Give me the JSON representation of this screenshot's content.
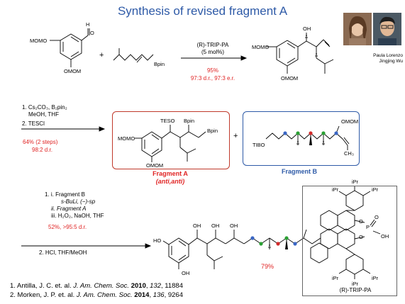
{
  "title": "Synthesis of revised fragment A",
  "people": {
    "caption_line1": "Paula Lorenzo",
    "caption_line2": "Jingjing Wu"
  },
  "step1": {
    "reagent_catalyst": "(R)-TRIP-PA",
    "reagent_loading": "(5 mol%)",
    "yield": "95%",
    "selectivity": "97:3 d.r., 97:3 e.r."
  },
  "step2": {
    "line1": "1. Cs₂CO₃, B₂pin₂",
    "line2": "MeOH, THF",
    "line3": "2. TESCl",
    "yield": "64% (2 steps)",
    "dr": "98:2 d.r."
  },
  "fragment_a": {
    "label": "Fragment A",
    "stereo": "(anti,anti)"
  },
  "fragment_b": {
    "label": "Fragment B"
  },
  "step3": {
    "line1": "1. i. Fragment B",
    "line2": "s-BuLi, (−)-sp",
    "line3": "ii. Fragment A",
    "line4": "iii. H₂O₂, NaOH, THF",
    "yield": "52%, >95:5 d.r.",
    "line5": "2. HCl, THF/MeOH",
    "final_yield": "79%"
  },
  "catalyst_label": "(R)-TRIP-PA",
  "molecule_text": {
    "momo": "MOMO",
    "omom": "OMOM",
    "bpin": "Bpin",
    "h": "H",
    "o": "O",
    "oh": "OH",
    "ho": "HO",
    "teso": "TESO",
    "tibo": "TIBO",
    "ch3": "CH₃",
    "plus": "+",
    "ipr": "iPr",
    "p": "P",
    "o_minus": "O",
    "oh_p": "OH"
  },
  "references": [
    {
      "authors": "1. Antilla, J. C. et. al. ",
      "journal": "J. Am. Chem. Soc.",
      "year": "2010",
      "volume": "132",
      "pages": "11884"
    },
    {
      "authors": "2. Morken, J. P. et. al. ",
      "journal": "J. Am. Chem. Soc.",
      "year": "2014",
      "volume": "136",
      "pages": "9264"
    }
  ],
  "colors": {
    "title": "#2e5aa7",
    "red": "#e02424",
    "blue_dot": "#3a66c4",
    "green_dot": "#2aa033",
    "red_dot": "#d12a2a"
  }
}
